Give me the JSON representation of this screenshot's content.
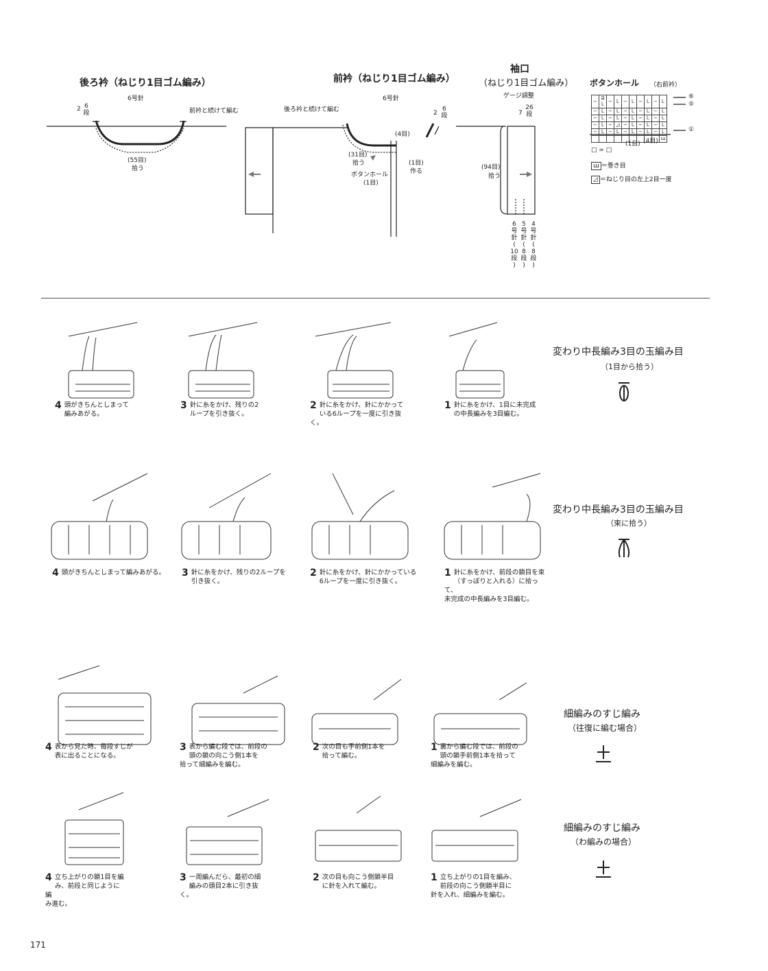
{
  "back_collar": {
    "title": "後ろ衿（ねじり1目ゴム編み）",
    "needle": "6号針",
    "rows_num": "2",
    "rows_paren": "6\n段",
    "note_right": "前衿と続けて編む",
    "pick": "(55目)",
    "pick_label": "拾う"
  },
  "front_collar": {
    "title": "前衿（ねじり1目ゴム編み）",
    "needle": "6号針",
    "note_left": "後ろ衿と続けて編む",
    "stitches_4": "(4目)",
    "pick": "(31目)",
    "pick_label": "拾う",
    "make": "(1目)",
    "make_label": "作る",
    "buttonhole": "ボタンホール",
    "buttonhole_count": "(1目)",
    "rows_num": "2",
    "rows_paren": "6\n段"
  },
  "cuff": {
    "title": "袖口",
    "subtitle": "（ねじり1目ゴム編み）",
    "gauge": "ゲージ調整",
    "rows_num": "7",
    "rows_paren": "26\n段",
    "pick": "(94目)",
    "pick_label": "拾う",
    "needle_6": "6\n号\n針\n(\n10\n段\n)",
    "needle_5": "5\n号\n針\n(\n8\n段\n)",
    "needle_4": "4\n号\n針\n(\n8\n段\n)"
  },
  "buttonhole_chart": {
    "title": "ボタンホール",
    "side": "（右前衿）",
    "row6": "⑥",
    "row5": "⑤",
    "row1": "①",
    "count1": "(1目)",
    "count4": "(4目)",
    "legend1": "□ = □",
    "legend2": "＝巻き目",
    "legend3": "＝ねじり目の左上2目一度"
  },
  "section1": {
    "title": "変わり中長編み3目の玉編み目",
    "sub": "（1目から拾う）",
    "steps": [
      {
        "n": "4",
        "text": "頭がきちんとしまって\n編みあがる。"
      },
      {
        "n": "3",
        "text": "針に糸をかけ、残りの2\nループを引き抜く。"
      },
      {
        "n": "2",
        "text": "針に糸をかけ、針にかかって\nいる6ループを一度に引き抜\nく。"
      },
      {
        "n": "1",
        "text": "針に糸をかけ、1目に未完成\nの中長編みを3目編む。"
      }
    ]
  },
  "section2": {
    "title": "変わり中長編み3目の玉編み目",
    "sub": "（束に拾う）",
    "steps": [
      {
        "n": "4",
        "text": "頭がきちんとしまって編みあがる。"
      },
      {
        "n": "3",
        "text": "針に糸をかけ、残りの2ループを\n引き抜く。"
      },
      {
        "n": "2",
        "text": "針に糸をかけ、針にかかっている\n6ループを一度に引き抜く。"
      },
      {
        "n": "1",
        "text": "針に糸をかけ、前段の鎖目を束\n（すっぽりと入れる）に拾って、\n未完成の中長編みを3目編む。"
      }
    ]
  },
  "section3": {
    "title": "細編みのすじ編み",
    "sub": "（往復に編む場合）",
    "steps": [
      {
        "n": "4",
        "text": "表から見た時、毎段すじが\n表に出ることになる。"
      },
      {
        "n": "3",
        "text": "表から編む段では、前段の\n頭の鎖の向こう側1本を\n拾って細編みを編む。"
      },
      {
        "n": "2",
        "text": "次の目も手前側1本を\n拾って編む。"
      },
      {
        "n": "1",
        "text": "裏から編む段では、前段の\n頭の鎖手前側1本を拾って\n細編みを編む。"
      }
    ]
  },
  "section4": {
    "title": "細編みのすじ編み",
    "sub": "（わ編みの場合）",
    "steps": [
      {
        "n": "4",
        "text": "立ち上がりの鎖1目を編\nみ、前段と同じように編\nみ進む。"
      },
      {
        "n": "3",
        "text": "一周編んだら、最初の細\n編みの頭目2本に引き抜く。"
      },
      {
        "n": "2",
        "text": "次の目も向こう側鎖半目\nに針を入れて編む。"
      },
      {
        "n": "1",
        "text": "立ち上がりの1目を編み、\n前段の向こう側鎖半目に\n針を入れ、細編みを編む。"
      }
    ]
  },
  "page_number": "171"
}
